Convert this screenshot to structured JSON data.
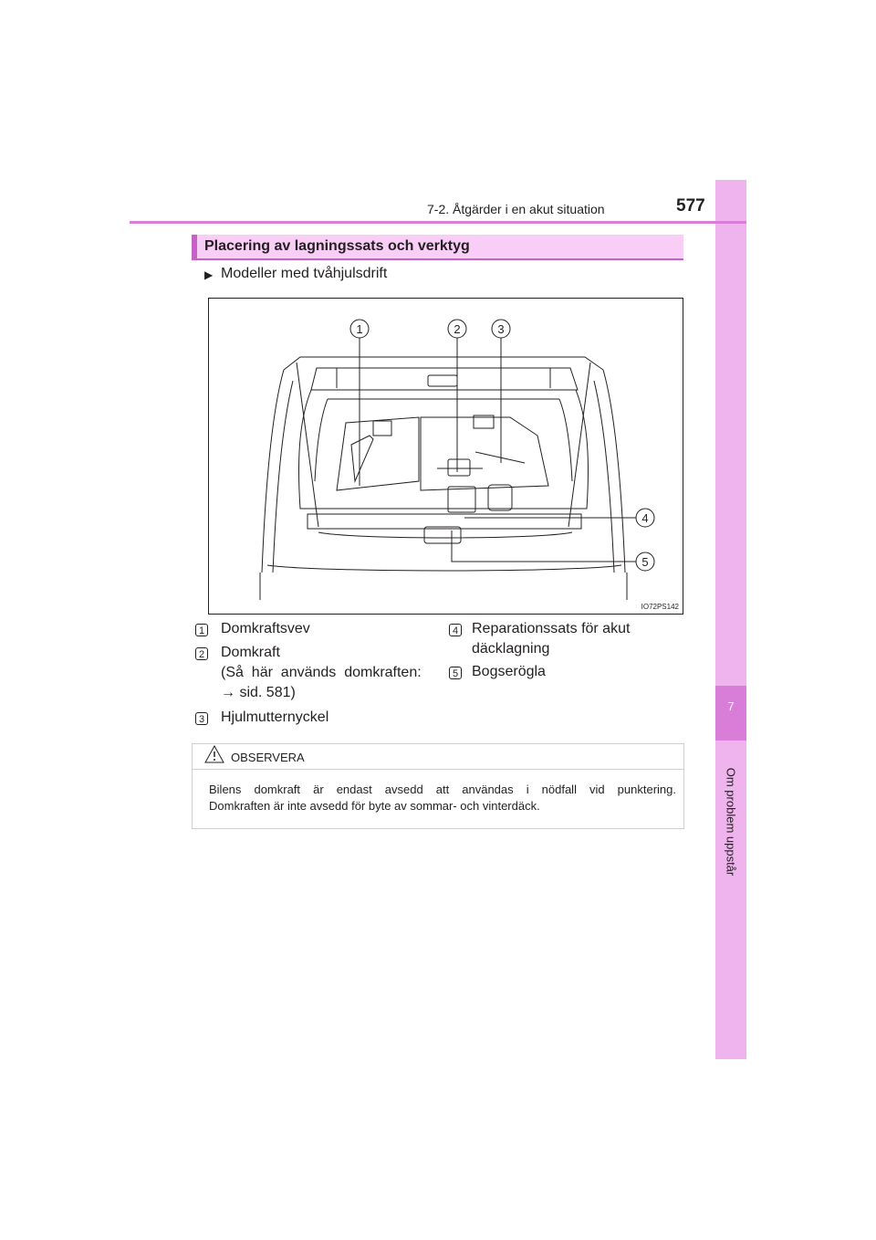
{
  "header": {
    "section_title": "7-2. Åtgärder i en akut situation",
    "page_number": "577"
  },
  "side_tab": {
    "chapter_number": "7",
    "chapter_label": "Om problem uppstår"
  },
  "section": {
    "heading": "Placering av lagningssats och verktyg",
    "sub_heading_arrow": "▶",
    "sub_heading": "Modeller med tvåhjulsdrift"
  },
  "figure": {
    "code": "IO72PS142",
    "callouts": [
      "1",
      "2",
      "3",
      "4",
      "5"
    ]
  },
  "items": [
    {
      "num": "1",
      "lines": [
        "Domkraftsvev"
      ]
    },
    {
      "num": "2",
      "lines": [
        "Domkraft",
        "(Så  här  används  domkraften:",
        "→ sid. 581)"
      ]
    },
    {
      "num": "3",
      "lines": [
        "Hjulmutternyckel"
      ]
    },
    {
      "num": "4",
      "lines": [
        "Reparationssats för akut",
        "däcklagning"
      ]
    },
    {
      "num": "5",
      "lines": [
        "Bogserögla"
      ]
    }
  ],
  "notice": {
    "icon": "warning-triangle-icon",
    "title": "OBSERVERA",
    "line1": "Bilens domkraft är endast avsedd att användas i nödfall vid punktering.",
    "line2": "Domkraften är inte avsedd för byte av sommar- och vinterdäck."
  },
  "colors": {
    "accent": "#d97ed8",
    "tab": "#efb3ee",
    "heading_bg": "#f8cdf6"
  }
}
